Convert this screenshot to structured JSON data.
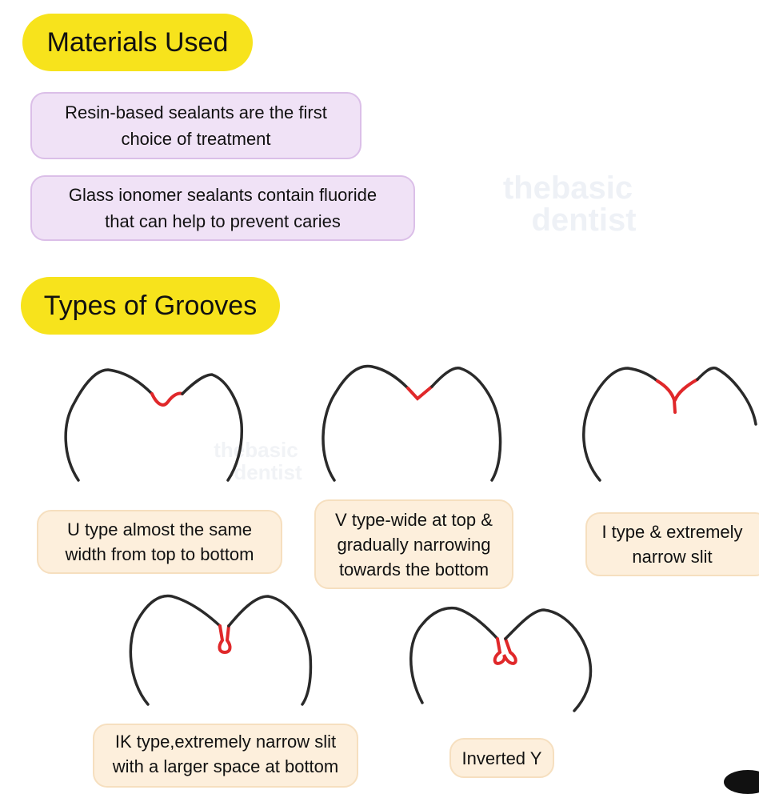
{
  "sections": {
    "materials": {
      "title": "Materials Used",
      "items": [
        {
          "line1": "Resin-based sealants are the first",
          "line2": "choice of treatment"
        },
        {
          "line1": "Glass ionomer sealants contain fluoride",
          "line2": "that can help to prevent caries"
        }
      ]
    },
    "grooves": {
      "title": "Types of Grooves",
      "items": [
        {
          "lines": [
            "U type almost the same",
            "width from top to bottom"
          ]
        },
        {
          "lines": [
            "V type-wide at top &",
            "gradually narrowing",
            "towards the bottom"
          ]
        },
        {
          "lines": [
            "I type & extremely",
            "narrow slit"
          ]
        },
        {
          "lines": [
            "IK type,extremely narrow slit",
            "with a larger space at bottom"
          ]
        },
        {
          "lines": [
            "Inverted Y"
          ]
        }
      ]
    }
  },
  "watermark": {
    "line1": "thebasic",
    "line2": "dentist"
  },
  "colors": {
    "title_bg": "#f7e31c",
    "material_bg": "#f0e2f6",
    "groove_bg": "#fdefdc",
    "groove_red": "#e0282a"
  }
}
